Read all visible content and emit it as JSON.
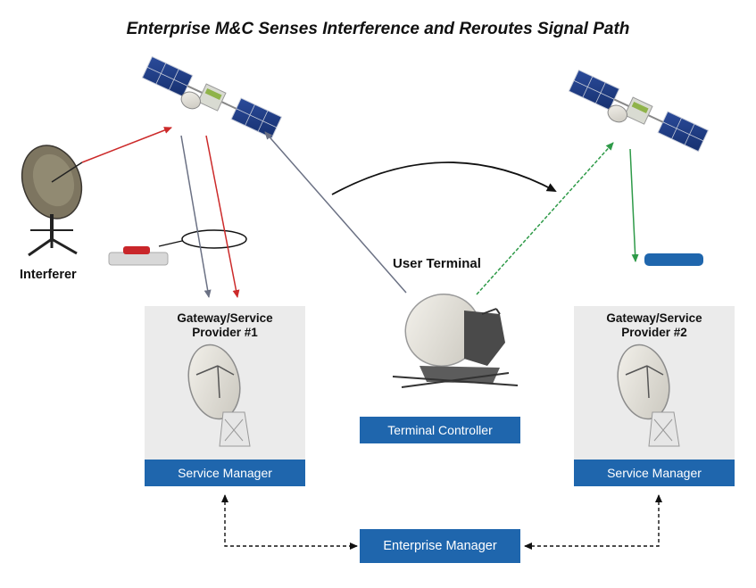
{
  "title": "Enterprise M&C Senses Interference and Reroutes Signal Path",
  "labels": {
    "interferer": "Interferer",
    "user_terminal": "User Terminal"
  },
  "gateway1": {
    "title_line1": "Gateway/Service",
    "title_line2": "Provider #1",
    "service_manager": "Service Manager"
  },
  "gateway2": {
    "title_line1": "Gateway/Service",
    "title_line2": "Provider #2",
    "service_manager": "Service Manager"
  },
  "terminal_controller": "Terminal Controller",
  "enterprise_manager": "Enterprise Manager",
  "colors": {
    "interference_path": "#cc2a2a",
    "original_path": "#6b7184",
    "rerouted_path": "#2e9a48",
    "box_blue": "#1f66ad",
    "gateway_bg": "#ebebeb"
  },
  "icons": [
    "satellite-icon",
    "dish-icon",
    "modem-icon"
  ]
}
